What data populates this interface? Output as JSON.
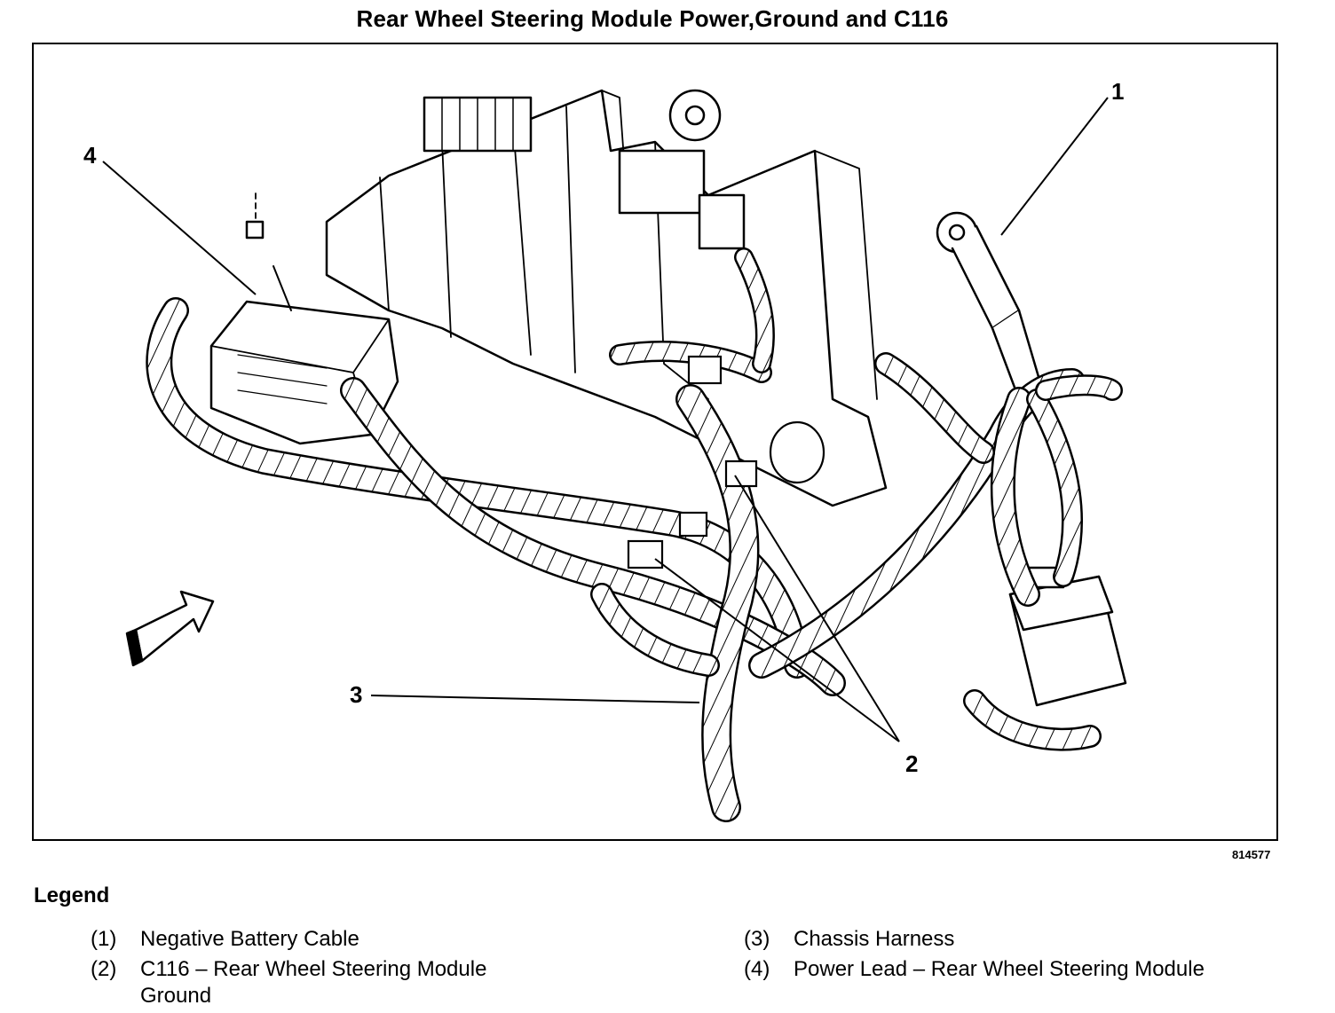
{
  "title": "Rear Wheel Steering Module Power,Ground and C116",
  "figure_id": "814577",
  "callouts": [
    "1",
    "2",
    "3",
    "4"
  ],
  "legend": {
    "heading": "Legend",
    "items": [
      {
        "num": "(1)",
        "text": "Negative Battery Cable"
      },
      {
        "num": "(2)",
        "text": "C116 – Rear Wheel Steering Module Ground"
      },
      {
        "num": "(3)",
        "text": "Chassis Harness"
      },
      {
        "num": "(4)",
        "text": "Power Lead – Rear Wheel Steering Module"
      }
    ]
  }
}
